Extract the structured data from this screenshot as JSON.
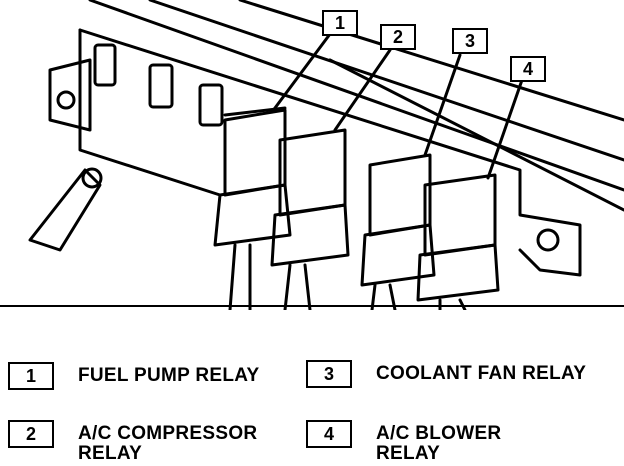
{
  "callouts": [
    "1",
    "2",
    "3",
    "4"
  ],
  "legend": [
    {
      "number": "1",
      "lines": [
        "FUEL PUMP RELAY"
      ]
    },
    {
      "number": "2",
      "lines": [
        "A/C COMPRESSOR",
        "RELAY"
      ]
    },
    {
      "number": "3",
      "lines": [
        "COOLANT FAN RELAY"
      ]
    },
    {
      "number": "4",
      "lines": [
        "A/C BLOWER",
        "RELAY"
      ]
    }
  ]
}
